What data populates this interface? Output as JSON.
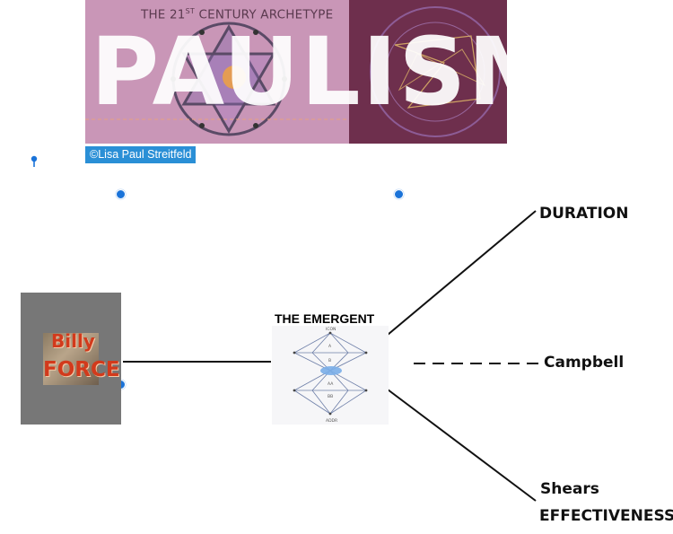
{
  "banner": {
    "subtitle_prefix": "THE 21",
    "subtitle_sup": "ST",
    "subtitle_suffix": " CENTURY ARCHETYPE",
    "word": "PAULISM",
    "copyright": "©Lisa Paul Streitfeld",
    "colors": {
      "left": "#c996b7",
      "right": "#6e2f4d",
      "copyright_bg": "#2a8fd6"
    }
  },
  "billy": {
    "line1": "Billy",
    "line2": "FORCE"
  },
  "emergent": {
    "title": "THE EMERGENT",
    "labels": {
      "top": "ICON",
      "bottom": "ADDR",
      "a": "A",
      "b": "B",
      "aa": "AA",
      "bb": "BB"
    }
  },
  "labels": {
    "duration": "DURATION",
    "campbell": "Campbell",
    "shears": "Shears",
    "effectiveness": "EFFECTIVENESS"
  },
  "colors": {
    "handle": "#1a73d9",
    "line": "#111111"
  }
}
